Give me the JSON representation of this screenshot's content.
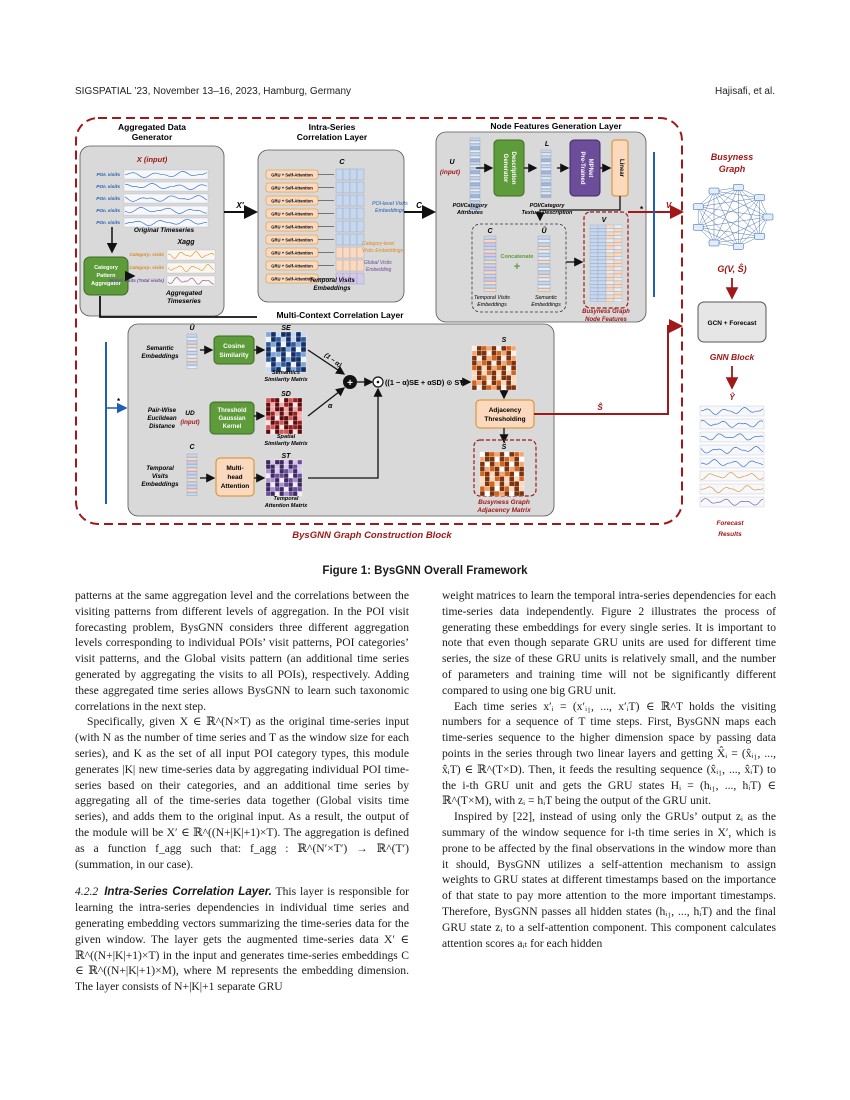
{
  "header": {
    "left": "SIGSPATIAL ’23, November 13–16, 2023, Hamburg, Germany",
    "right": "Hajisafi, et al."
  },
  "figure": {
    "caption": "Figure 1: BysGNN Overall Framework",
    "block_label": "BysGNN Graph Construction Block",
    "agg": {
      "title": "Aggregated Data Generator",
      "input_label": "X (input)",
      "poi_rows": [
        "POI₁ visits",
        "POI₂ visits",
        "POI₃ visits",
        "POI₄ visits",
        "POI₅ visits"
      ],
      "original": "Original Timeseries",
      "xagg": "Xagg",
      "aggregator": "Category Pattern Aggregator",
      "cat_rows": [
        "Category₁ visits",
        "Category₂ visits",
        "Global visits (Total visits)"
      ],
      "aggregated": "Aggregated Timeseries"
    },
    "intra": {
      "title": "Intra-Series Correlation Layer",
      "gru": "GRU + Self-Attention",
      "c": "C",
      "xprime": "X′",
      "poi_emb": "POI-level Visits Embeddings",
      "cat_emb": "Category-level Visits Embeddings",
      "glob_emb": "Global Visits Embedding",
      "temporal": "Temporal Visits Embeddings"
    },
    "node": {
      "title": "Node Features Generation Layer",
      "u": "U",
      "input": "(input)",
      "desc_gen": "Description Generator",
      "mpnet": "Pre-Trained MPNet",
      "linear": "Linear",
      "l": "L",
      "poi_attr": "POI/Category Attributes",
      "poi_text": "POI/Category Textual Description",
      "c": "C",
      "u_tilde": "Ũ",
      "concat": "Concatenate",
      "v": "V",
      "temporal_emb": "Temporal Visits Embeddings",
      "semantic_emb": "Semantic Embeddings",
      "features": "Busyness Graph Node Features"
    },
    "multi": {
      "title": "Multi-Context Correlation Layer",
      "semantic": "Semantic Embeddings",
      "u_tilde": "Ũ",
      "cosine": "Cosine Similarity",
      "se": "SE",
      "se_label": "Semantics Similarity Matrix",
      "pairwise": "Pair-Wise Euclidean Distance",
      "ud": "UD",
      "input": "(input)",
      "gauss": "Threshold Gaussian Kernel",
      "sd": "SD",
      "sd_label": "Spatial Similarity Matrix",
      "temporal": "Temporal Visits Embeddings",
      "c": "C",
      "mha": "Multi-head Attention",
      "st": "ST",
      "st_label": "Temporal Attention Matrix",
      "one_minus_alpha": "(1 − α)",
      "alpha": "α",
      "formula": "((1 − α)SE + αSD) ⊙ ST",
      "s": "S",
      "thresholding": "Adjacency Thresholding",
      "s_hat": "Ŝ",
      "adj": "Busyness Graph Adjacency Matrix"
    },
    "right": {
      "busyness": "Busyness Graph",
      "gvs": "G(V, Ŝ)",
      "gcn": "GCN + Forecast",
      "gnn": "GNN Block",
      "yhat": "Ŷ",
      "forecast": "Forecast Results",
      "v": "V",
      "star": "*"
    },
    "colors": {
      "dash": "#a01818",
      "label_red": "#a01818",
      "green": "#5e9b3a",
      "purple": "#6b4d99",
      "orange": "#fbd9bf",
      "blue": "#1f5fb5"
    }
  },
  "body": {
    "left_p1": "patterns at the same aggregation level and the correlations between the visiting patterns from different levels of aggregation. In the POI visit forecasting problem, BysGNN considers three different aggregation levels corresponding to individual POIs’ visit patterns, POI categories’ visit patterns, and the Global visits pattern (an additional time series generated by aggregating the visits to all POIs), respectively. Adding these aggregated time series allows BysGNN to learn such taxonomic correlations in the next step.",
    "left_p2": "Specifically, given X ∈ ℝ^(N×T) as the original time-series input (with N as the number of time series and T as the window size for each series), and K as the set of all input POI category types, this module generates |K| new time-series data by aggregating individual POI time-series based on their categories, and an additional time series by aggregating all of the time-series data together (Global visits time series), and adds them to the original input. As a result, the output of the module will be X′ ∈ ℝ^((N+|K|+1)×T). The aggregation is defined as a function f_agg such that: f_agg : ℝ^(N′×T′) → ℝ^(T′) (summation, in our case).",
    "sec_num": "4.2.2",
    "sec_title": "Intra-Series Correlation Layer.",
    "left_p3": "This layer is responsible for learning the intra-series dependencies in individual time series and generating embedding vectors summarizing the time-series data for the given window. The layer gets the augmented time-series data X′ ∈ ℝ^((N+|K|+1)×T) in the input and generates time-series embeddings C ∈ ℝ^((N+|K|+1)×M), where M represents the embedding dimension. The layer consists of N+|K|+1 separate GRU",
    "right_p1": "weight matrices to learn the temporal intra-series dependencies for each time-series data independently. Figure 2 illustrates the process of generating these embeddings for every single series. It is important to note that even though separate GRU units are used for different time series, the size of these GRU units is relatively small, and the number of parameters and training time will not be significantly different compared to using one big GRU unit.",
    "right_p2": "Each time series x′ᵢ = (x′ᵢ₁, ..., x′ᵢT) ∈ ℝ^T holds the visiting numbers for a sequence of T time steps. First, BysGNN maps each time-series sequence to the higher dimension space by passing data points in the series through two linear layers and getting X̂ᵢ = (x̂ᵢ₁, ..., x̂ᵢT) ∈ ℝ^(T×D). Then, it feeds the resulting sequence (x̂ᵢ₁, ..., x̂ᵢT) to the i-th GRU unit and gets the GRU states Hᵢ = (hᵢ₁, ..., hᵢT) ∈ ℝ^(T×M), with zᵢ = hᵢT being the output of the GRU unit.",
    "right_p3": "Inspired by [22], instead of using only the GRUs’ output zᵢ as the summary of the window sequence for i-th time series in X′, which is prone to be affected by the final observations in the window more than it should, BysGNN utilizes a self-attention mechanism to assign weights to GRU states at different timestamps based on the importance of that state to pay more attention to the more important timestamps. Therefore, BysGNN passes all hidden states (hᵢ₁, ..., hᵢT) and the final GRU state zᵢ to a self-attention component. This component calculates attention scores aᵢₜ for each hidden"
  }
}
